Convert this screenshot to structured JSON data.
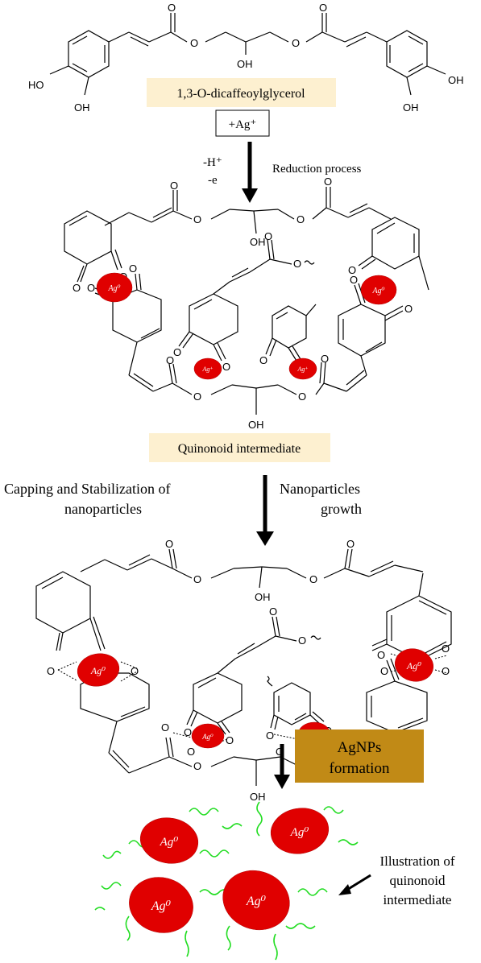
{
  "compound_label": "1,3-O-dicaffeoylglycerol",
  "reagent_label": "+Ag⁺",
  "h_plus": "-H⁺",
  "electron": "-e",
  "reduction_label": "Reduction process",
  "intermediate_label": "Quinonoid intermediate",
  "capping_line1": "Capping and Stabilization of",
  "capping_line2": "nanoparticles",
  "growth_line1": "Nanoparticles",
  "growth_line2": "growth",
  "agnps_line1": "AgNPs",
  "agnps_line2": "formation",
  "illustration_line1": "Illustration of",
  "illustration_line2": "quinonoid",
  "illustration_line3": "intermediate",
  "atoms": {
    "oh": "OH",
    "ho": "HO",
    "o": "O"
  },
  "ag0": "Ag⁰",
  "ag_plus": "Ag⁺",
  "colors": {
    "label_box": "#fdf0d0",
    "agnps_box": "#c18a16",
    "silver": "#e00000",
    "capping": "#22dd22"
  }
}
